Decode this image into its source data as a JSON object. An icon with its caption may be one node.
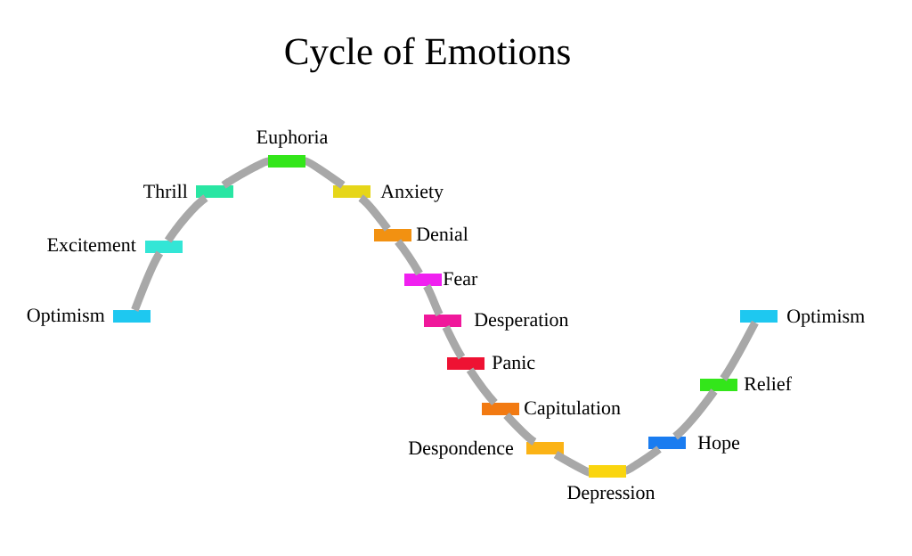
{
  "diagram": {
    "title": "Cycle of Emotions",
    "nodes": [
      {
        "text": [],
        "shape": "bar",
        "beside": [
          "Optimism"
        ]
      },
      {
        "text": [],
        "shape": "bar",
        "beside": [
          "Excitement"
        ]
      },
      {
        "text": [],
        "shape": "bar",
        "beside": [
          "Thrill"
        ]
      },
      {
        "text": [],
        "shape": "bar",
        "beside": [
          "Euphoria"
        ]
      },
      {
        "text": [],
        "shape": "bar",
        "beside": [
          "Anxiety"
        ]
      },
      {
        "text": [],
        "shape": "bar",
        "beside": [
          "Denial"
        ]
      },
      {
        "text": [],
        "shape": "bar",
        "beside": [
          "Fear"
        ]
      },
      {
        "text": [],
        "shape": "bar",
        "beside": [
          "Desperation"
        ]
      },
      {
        "text": [],
        "shape": "bar",
        "beside": [
          "Panic"
        ]
      },
      {
        "text": [],
        "shape": "bar",
        "beside": [
          "Capitulation"
        ]
      },
      {
        "text": [],
        "shape": "bar",
        "beside": [
          "Despondence"
        ]
      },
      {
        "text": [],
        "shape": "bar",
        "beside": [
          "Depression"
        ]
      },
      {
        "text": [],
        "shape": "bar",
        "beside": [
          "Hope"
        ]
      },
      {
        "text": [],
        "shape": "bar",
        "beside": [
          "Relief"
        ]
      },
      {
        "text": [],
        "shape": "bar",
        "beside": [
          "Optimism"
        ]
      }
    ],
    "edges": [
      {
        "from": 0,
        "to": 1,
        "arrow": "none"
      },
      {
        "from": 1,
        "to": 2,
        "arrow": "none"
      },
      {
        "from": 2,
        "to": 3,
        "arrow": "none"
      },
      {
        "from": 3,
        "to": 4,
        "arrow": "none"
      },
      {
        "from": 4,
        "to": 5,
        "arrow": "none"
      },
      {
        "from": 5,
        "to": 6,
        "arrow": "none"
      },
      {
        "from": 6,
        "to": 7,
        "arrow": "none"
      },
      {
        "from": 7,
        "to": 8,
        "arrow": "none"
      },
      {
        "from": 8,
        "to": 9,
        "arrow": "none"
      },
      {
        "from": 9,
        "to": 10,
        "arrow": "none"
      },
      {
        "from": 10,
        "to": 11,
        "arrow": "none"
      },
      {
        "from": 11,
        "to": 12,
        "arrow": "none"
      },
      {
        "from": 12,
        "to": 13,
        "arrow": "none"
      },
      {
        "from": 13,
        "to": 14,
        "arrow": "none"
      }
    ]
  }
}
